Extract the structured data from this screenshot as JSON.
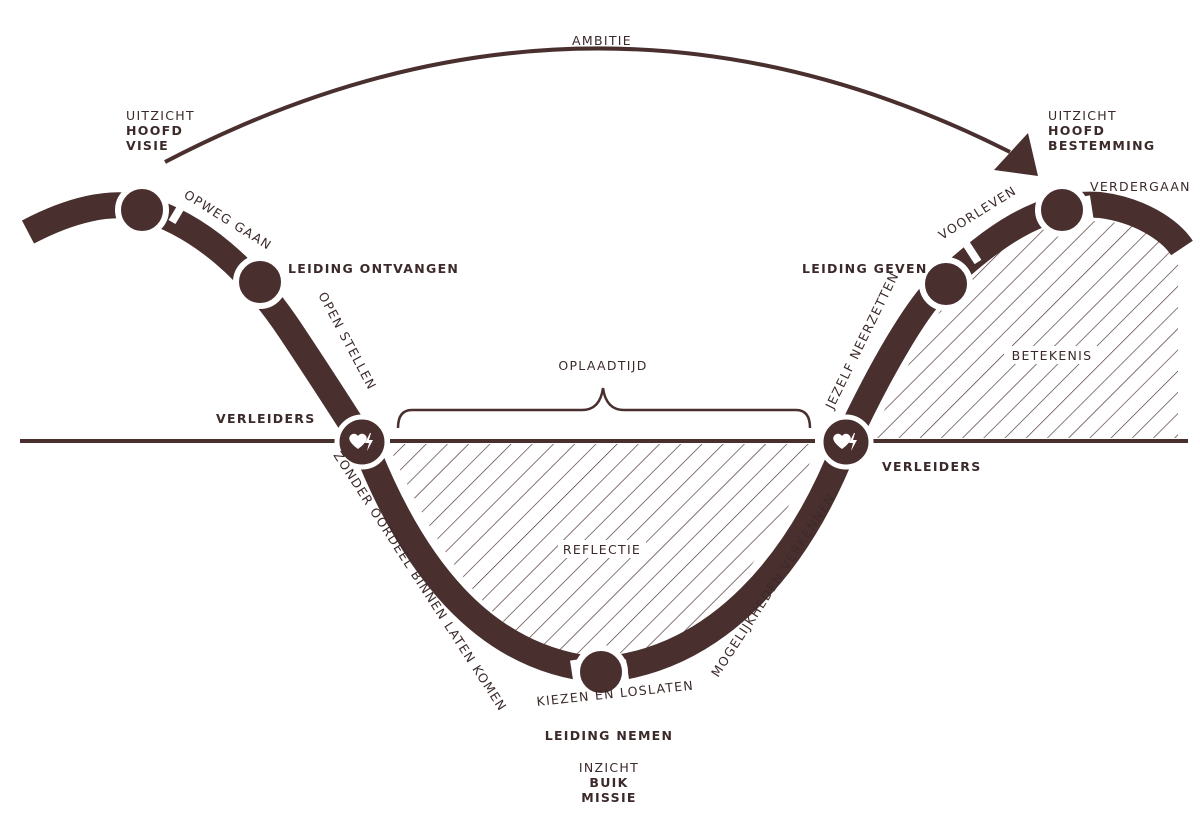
{
  "top": {
    "arc_label": "AMBITIE",
    "left_block": {
      "line1": "UITZICHT",
      "line2": "HOOFD",
      "line3": "VISIE"
    },
    "right_block": {
      "line1": "UITZICHT",
      "line2": "HOOFD",
      "line3": "BESTEMMING"
    }
  },
  "bottom_block": {
    "line1": "INZICHT",
    "line2": "BUIK",
    "line3": "MISSIE"
  },
  "stages": {
    "opweg_gaan": "OPWEG GAAN",
    "leiding_ontvangen": "LEIDING ONTVANGEN",
    "open_stellen": "OPEN STELLEN",
    "verleiders_left": "VERLEIDERS",
    "zonder_oordeel": "ZONDER OORDEEL BINNEN LATEN KOMEN",
    "kiezen_loslaten": "KIEZEN EN LOSLATEN",
    "leiding_nemen": "LEIDING NEMEN",
    "mogelijkheden": "MOGELIJKHEDEN VERKENNEN",
    "verleiders_right": "VERLEIDERS",
    "jezelf_neerzetten": "JEZELF NEERZETTEN",
    "leiding_geven": "LEIDING GEVEN",
    "voorleven": "VOORLEVEN",
    "verdergaan": "VERDERGAAN"
  },
  "regions": {
    "oplaadtijd": "OPLAADTIJD",
    "reflectie": "REFLECTIE",
    "betekenis": "BETEKENIS"
  },
  "icons": {
    "left_node": "heart-lightning-icon",
    "right_node": "heart-lightning-icon"
  },
  "colors": {
    "primary": "#4a2f2f",
    "text": "#3c2a2a",
    "background": "#ffffff"
  }
}
